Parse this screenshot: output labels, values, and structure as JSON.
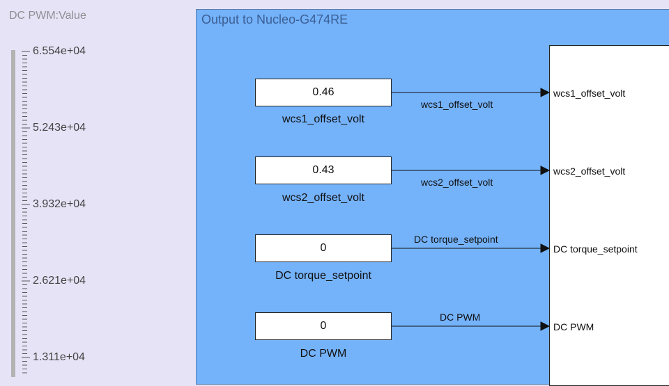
{
  "slider": {
    "title": "DC PWM:Value",
    "ticks": [
      "6.554e+04",
      "5.243e+04",
      "3.932e+04",
      "2.621e+04",
      "1.311e+04"
    ]
  },
  "subsystem": {
    "title": "Output to Nucleo-G474RE"
  },
  "blocks": [
    {
      "value": "0.46",
      "label": "wcs1_offset_volt",
      "signal": "wcs1_offset_volt",
      "port": "wcs1_offset_volt"
    },
    {
      "value": "0.43",
      "label": "wcs2_offset_volt",
      "signal": "wcs2_offset_volt",
      "port": "wcs2_offset_volt"
    },
    {
      "value": "0",
      "label": "DC torque_setpoint",
      "signal": "DC torque_setpoint",
      "port": "DC torque_setpoint"
    },
    {
      "value": "0",
      "label": "DC PWM",
      "signal": "DC PWM",
      "port": "DC PWM"
    }
  ],
  "colors": {
    "subsystem_bg": "#74b2fa",
    "canvas_bg": "#e6e3f6"
  }
}
